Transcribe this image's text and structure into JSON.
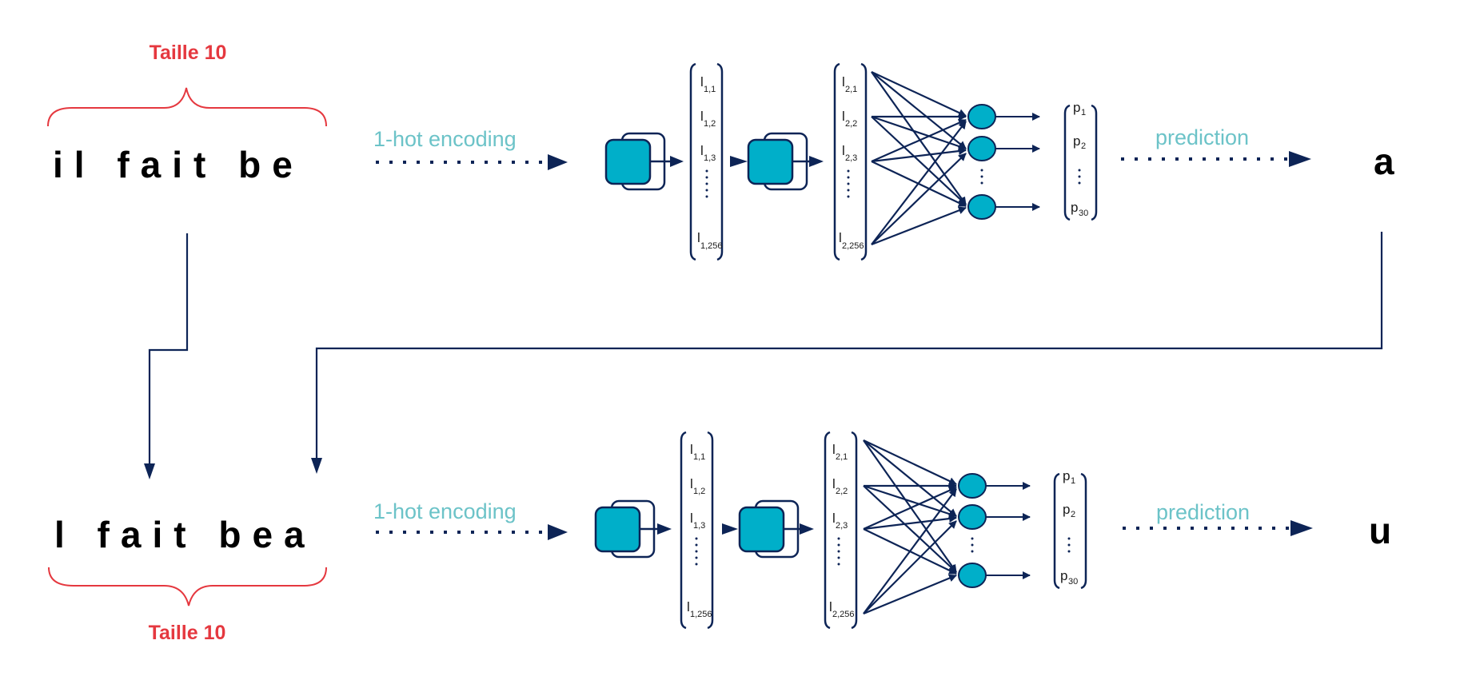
{
  "colors": {
    "navy": "#0d2456",
    "cyan": "#00afc9",
    "label_teal": "#6cc3c8",
    "size_red": "#e5383f"
  },
  "rows": [
    {
      "input_sequence": "il fait be",
      "size_label": "Taille 10",
      "encoding_label": "1-hot encoding",
      "layer1": {
        "labels": [
          "l",
          "l",
          "l",
          "l"
        ],
        "subs": [
          "1,1",
          "1,2",
          "1,3",
          "1,256"
        ]
      },
      "layer2": {
        "labels": [
          "l",
          "l",
          "l",
          "l"
        ],
        "subs": [
          "2,1",
          "2,2",
          "2,3",
          "2,256"
        ]
      },
      "probs": {
        "labels": [
          "p",
          "p",
          "p"
        ],
        "subs": [
          "1",
          "2",
          "30"
        ]
      },
      "prediction_label": "prediction",
      "output_char": "a"
    },
    {
      "input_sequence": "l fait bea",
      "size_label": "Taille 10",
      "encoding_label": "1-hot encoding",
      "layer1": {
        "labels": [
          "l",
          "l",
          "l",
          "l"
        ],
        "subs": [
          "1,1",
          "1,2",
          "1,3",
          "1,256"
        ]
      },
      "layer2": {
        "labels": [
          "l",
          "l",
          "l",
          "l"
        ],
        "subs": [
          "2,1",
          "2,2",
          "2,3",
          "2,256"
        ]
      },
      "probs": {
        "labels": [
          "p",
          "p",
          "p"
        ],
        "subs": [
          "1",
          "2",
          "30"
        ]
      },
      "prediction_label": "prediction",
      "output_char": "u"
    }
  ]
}
